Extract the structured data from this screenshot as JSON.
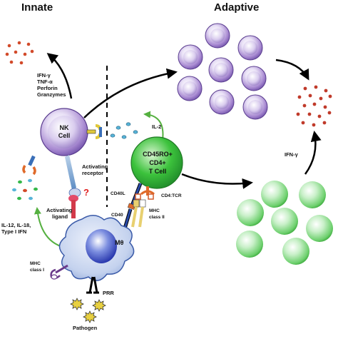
{
  "headers": {
    "innate": "Innate",
    "adaptive": "Adaptive"
  },
  "nk_cell": {
    "label_line1": "NK",
    "label_line2": "Cell",
    "cytokines": [
      "IFN-γ",
      "TNF-α",
      "Perforin",
      "Granzymes"
    ]
  },
  "t_cell": {
    "label_line1": "CD45RO+",
    "label_line2": "CD4+",
    "label_line3": "T Cell"
  },
  "macrophage": {
    "label": "Mθ"
  },
  "labels": {
    "activating_receptor_1": "Activating",
    "activating_receptor_2": "receptor",
    "question_mark": "?",
    "activating_ligand_1": "Activating",
    "activating_ligand_2": "ligand",
    "il2": "IL-2",
    "cd40l": "CD40L",
    "cd40": "CD40",
    "cd4_tcr": "CD4:TCR",
    "mhc2_1": "MHC",
    "mhc2_2": "class II",
    "mhc1_1": "MHC",
    "mhc1_2": "class I",
    "ifng": "IFN-γ",
    "innate_cytokines": [
      "IL-12, IL-18,",
      "Type I IFN"
    ],
    "prr": "PRR",
    "pathogen": "Pathogen"
  },
  "colors": {
    "nk_purple": "#8e6fc0",
    "t_green": "#35b84a",
    "macrophage_blue": "#7f9ed6",
    "arrow_green": "#55b040"
  }
}
